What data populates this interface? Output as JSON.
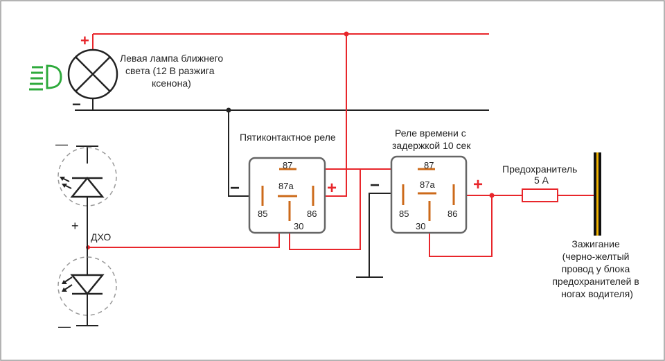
{
  "lamp": {
    "label_lines": [
      "Левая лампа ближнего",
      "света (12 В разжига",
      "ксенона)"
    ],
    "plus": "+",
    "minus": "−"
  },
  "relay1": {
    "title": "Пятиконтактное реле",
    "pins": {
      "p87": "87",
      "p87a": "87a",
      "p85": "85",
      "p86": "86",
      "p30": "30"
    },
    "plus": "+",
    "minus": "−"
  },
  "relay2": {
    "title_lines": [
      "Реле времени с",
      "задержкой 10 сек"
    ],
    "pins": {
      "p87": "87",
      "p87a": "87a",
      "p85": "85",
      "p86": "86",
      "p30": "30"
    },
    "plus": "+",
    "minus": "−"
  },
  "fuse": {
    "title": "Предохранитель",
    "rating": "5 А"
  },
  "ignition": {
    "label_lines": [
      "Зажигание",
      "(черно-желтый",
      "провод у блока",
      "предохранителей в",
      "ногах водителя)"
    ]
  },
  "drl": {
    "label": "ДХО",
    "minus_top": "—",
    "plus_mid": "+",
    "minus_bottom": "—"
  },
  "colors": {
    "wire_positive": "#e8262b",
    "wire_negative": "#222222",
    "relay_pin": "#cc6a1a",
    "relay_body": "#666666",
    "headlight_icon": "#2eaa3c",
    "ignition_stripe": "#f2b400"
  }
}
